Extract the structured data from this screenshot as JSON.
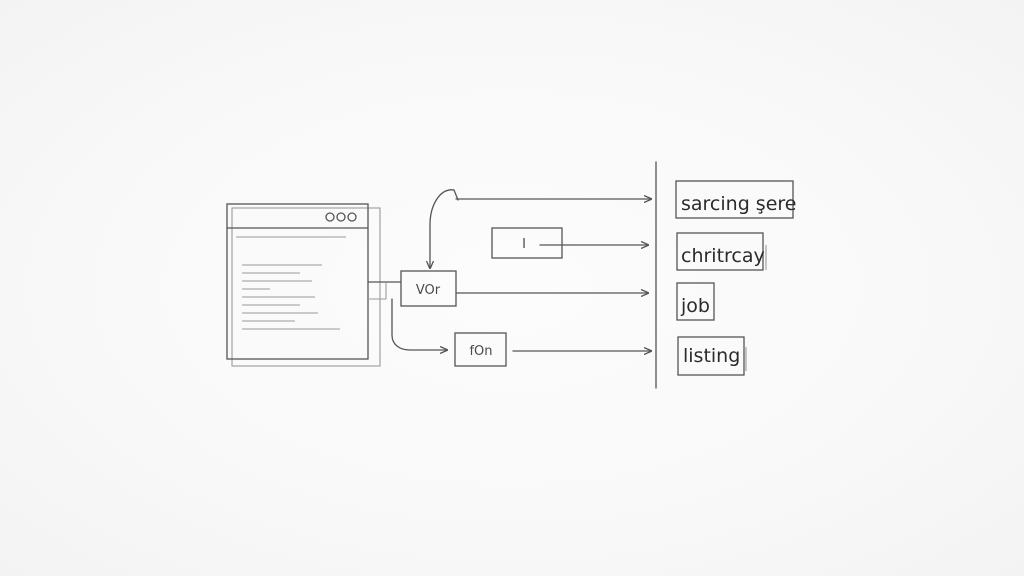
{
  "nodes": {
    "mid_box": "VOr",
    "bottom_box": "fOn",
    "top_box": "I"
  },
  "targets": [
    "sarcing şere",
    "chritrcay",
    "job",
    "listing"
  ]
}
